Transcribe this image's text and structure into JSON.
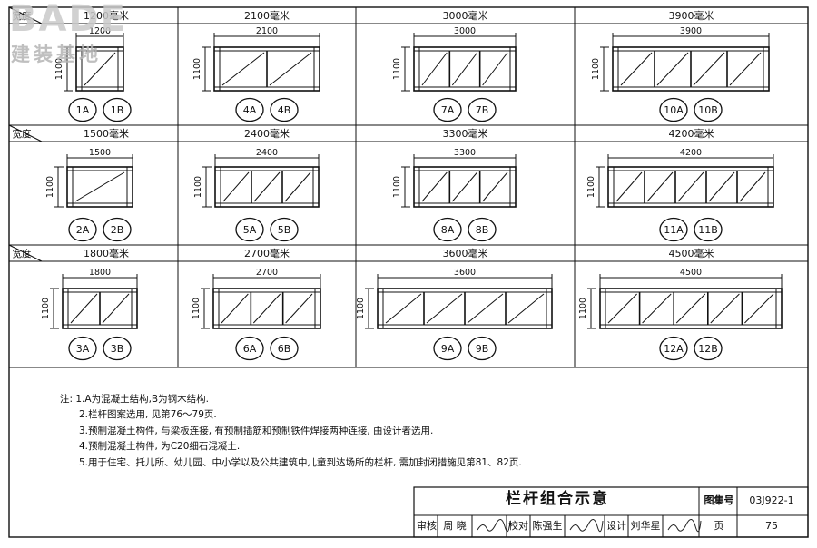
{
  "rows": [
    {
      "width_label": "宽度",
      "cells": [
        {
          "header": "1200毫米",
          "dim": "1200",
          "height": "1100",
          "codes": [
            "1A",
            "1B"
          ],
          "panels": 1
        },
        {
          "header": "2100毫米",
          "dim": "2100",
          "height": "1100",
          "codes": [
            "4A",
            "4B"
          ],
          "panels": 2
        },
        {
          "header": "3000毫米",
          "dim": "3000",
          "height": "1100",
          "codes": [
            "7A",
            "7B"
          ],
          "panels": 3
        },
        {
          "header": "3900毫米",
          "dim": "3900",
          "height": "1100",
          "codes": [
            "10A",
            "10B"
          ],
          "panels": 4
        }
      ]
    },
    {
      "width_label": "宽度",
      "cells": [
        {
          "header": "1500毫米",
          "dim": "1500",
          "height": "1100",
          "codes": [
            "2A",
            "2B"
          ],
          "panels": 1
        },
        {
          "header": "2400毫米",
          "dim": "2400",
          "height": "1100",
          "codes": [
            "5A",
            "5B"
          ],
          "panels": 3
        },
        {
          "header": "3300毫米",
          "dim": "3300",
          "height": "1100",
          "codes": [
            "8A",
            "8B"
          ],
          "panels": 3
        },
        {
          "header": "4200毫米",
          "dim": "4200",
          "height": "1100",
          "codes": [
            "11A",
            "11B"
          ],
          "panels": 5
        }
      ]
    },
    {
      "width_label": "宽度",
      "cells": [
        {
          "header": "1800毫米",
          "dim": "1800",
          "height": "1100",
          "codes": [
            "3A",
            "3B"
          ],
          "panels": 2
        },
        {
          "header": "2700毫米",
          "dim": "2700",
          "height": "1100",
          "codes": [
            "6A",
            "6B"
          ],
          "panels": 3
        },
        {
          "header": "3600毫米",
          "dim": "3600",
          "height": "1100",
          "codes": [
            "9A",
            "9B"
          ],
          "panels": 4
        },
        {
          "header": "4500毫米",
          "dim": "4500",
          "height": "1100",
          "codes": [
            "12A",
            "12B"
          ],
          "panels": 5
        }
      ]
    }
  ],
  "notes": [
    "注: 1.A为混凝土结构,B为钢木结构.",
    "2.栏杆图案选用, 见第76～79页.",
    "3.预制混凝土构件, 与梁板连接, 有预制插筋和预制铁件焊接两种连接, 由设计者选用.",
    "4.预制混凝土构件, 为C20细石混凝土.",
    "5.用于住宅、托儿所、幼儿园、中小学以及公共建筑中儿童到达场所的栏杆, 需加封闭措施见第81、82页."
  ],
  "title_block": {
    "title": "栏杆组合示意",
    "atlas_label": "图集号",
    "atlas_no": "03J922-1",
    "review_label": "审核",
    "reviewer": "周 晓",
    "check_label": "校对",
    "checker": "陈强生",
    "design_label": "设计",
    "designer": "刘华星",
    "page_label": "页",
    "page_no": "75"
  },
  "watermark": {
    "brand": "BADE",
    "sub": "建装基地"
  }
}
